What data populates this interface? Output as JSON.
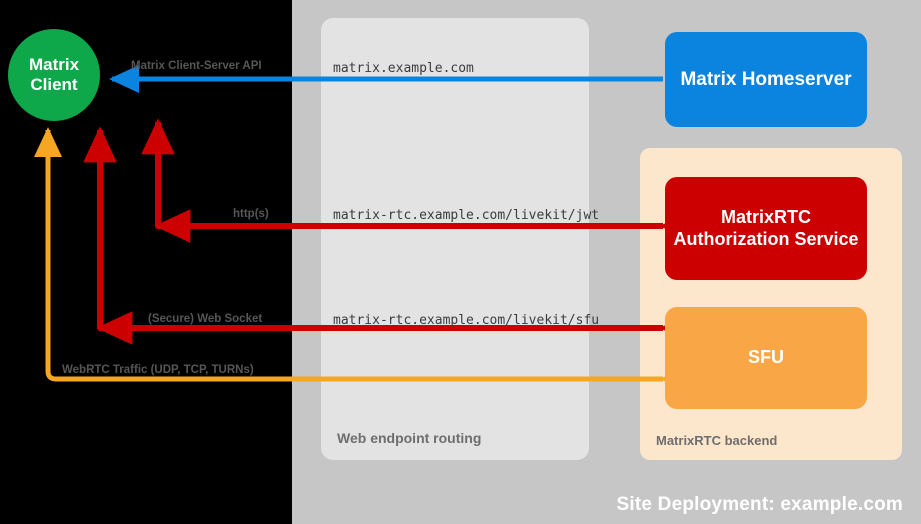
{
  "diagram": {
    "site_panel": {
      "title": "Site Deployment: example.com"
    },
    "routing_panel": {
      "label": "Web endpoint routing"
    },
    "backend_panel": {
      "label": "MatrixRTC backend"
    },
    "nodes": {
      "client": {
        "line1": "Matrix",
        "line2": "Client",
        "color": "#0ea84a"
      },
      "homeserver": {
        "label": "Matrix Homeserver",
        "color": "#0b84e0"
      },
      "auth": {
        "label": "MatrixRTC Authorization Service",
        "color": "#cc0000"
      },
      "sfu": {
        "label": "SFU",
        "color": "#f9a746"
      }
    },
    "edges": [
      {
        "protocol_label": "Matrix Client-Server API",
        "endpoint": "matrix.example.com",
        "color": "#0b84e0",
        "direction": "to-client"
      },
      {
        "protocol_label": "http(s)",
        "endpoint": "matrix-rtc.example.com/livekit/jwt",
        "color": "#cc0000",
        "direction": "bidirectional"
      },
      {
        "protocol_label": "(Secure) Web Socket",
        "endpoint": "matrix-rtc.example.com/livekit/sfu",
        "color": "#cc0000",
        "direction": "bidirectional"
      },
      {
        "protocol_label": "WebRTC Traffic (UDP, TCP, TURNs)",
        "endpoint": "",
        "color": "#f5a623",
        "direction": "bidirectional"
      }
    ],
    "colors": {
      "background": "#000000",
      "site_panel": "#c6c6c6",
      "routing_panel": "#e3e3e3",
      "backend_panel": "#fce6cc",
      "panel_label_text": "#6e6e6e"
    }
  }
}
